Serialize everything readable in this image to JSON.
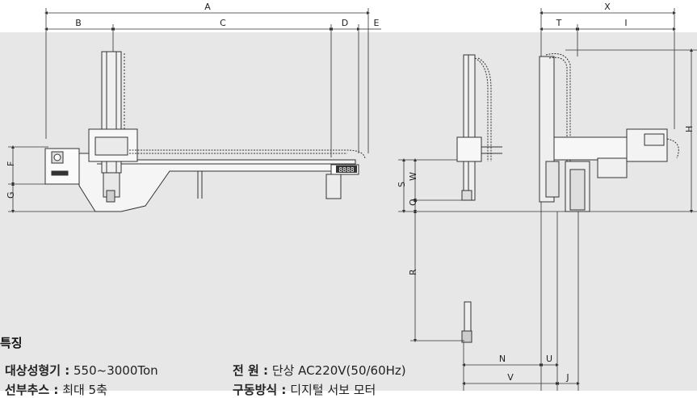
{
  "dimension_labels": {
    "A": "A",
    "B": "B",
    "C": "C",
    "D": "D",
    "E": "E",
    "F": "F",
    "G": "G",
    "H": "H",
    "I": "I",
    "J": "J",
    "N": "N",
    "Q": "Q",
    "R": "R",
    "S": "S",
    "T": "T",
    "U": "U",
    "V": "V",
    "W": "W",
    "X": "X"
  },
  "features": {
    "heading": "특징",
    "items": [
      {
        "key": "대상성형기 :",
        "value": " 550~3000Ton"
      },
      {
        "key": "전      원 :",
        "value": " 단상 AC220V(50/60Hz)"
      },
      {
        "key": "선부추스 :",
        "value": " 최대 5축"
      },
      {
        "key": "구동방식 :",
        "value": " 디지털 서보 모터"
      }
    ]
  },
  "display_panel": {
    "digits": "8888"
  },
  "colors": {
    "band": "#e7e7e7",
    "line": "#333333",
    "text": "#222222"
  }
}
